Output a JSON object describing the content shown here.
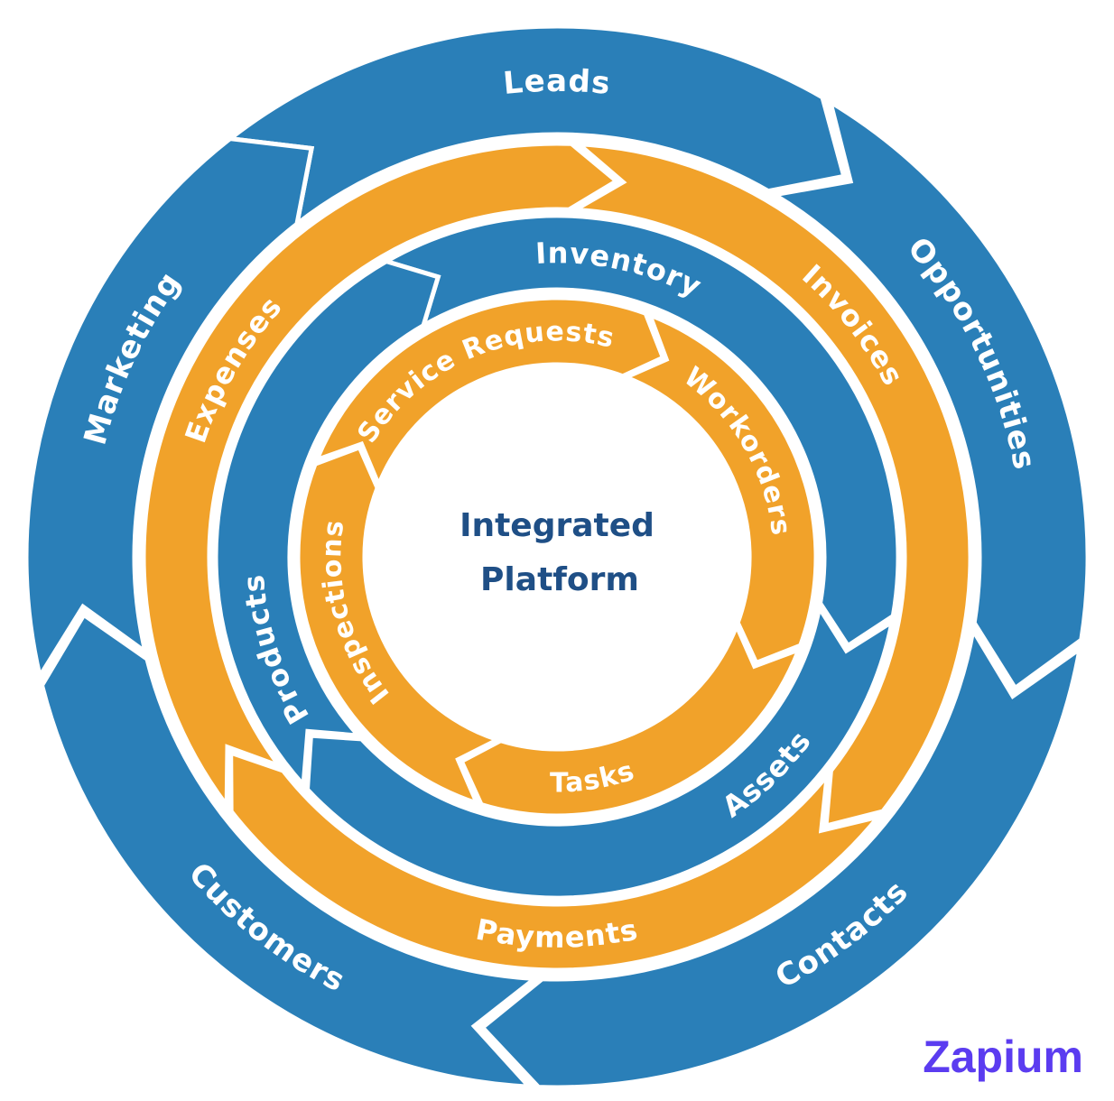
{
  "center": {
    "line1": "Integrated",
    "line2": "Platform"
  },
  "colors": {
    "blue": "#2a7fb8",
    "orange": "#f1a22a",
    "text_dark": "#1f4f86",
    "brand": "#5b3cf0"
  },
  "brand": {
    "text": "Zapium"
  },
  "rings": [
    {
      "name": "outer",
      "color": "blue",
      "segments": [
        {
          "label": "Leads"
        },
        {
          "label": "Opportunities"
        },
        {
          "label": "Contacts"
        },
        {
          "label": "Customers"
        },
        {
          "label": "Marketing"
        }
      ]
    },
    {
      "name": "second",
      "color": "orange",
      "segments": [
        {
          "label": "Invoices"
        },
        {
          "label": "Payments"
        },
        {
          "label": "Expenses"
        }
      ]
    },
    {
      "name": "third",
      "color": "blue",
      "segments": [
        {
          "label": "Inventory"
        },
        {
          "label": "Assets"
        },
        {
          "label": "Products"
        }
      ]
    },
    {
      "name": "inner",
      "color": "orange",
      "segments": [
        {
          "label": "Service Requests"
        },
        {
          "label": "Workorders"
        },
        {
          "label": "Tasks"
        },
        {
          "label": "Inspections"
        }
      ]
    }
  ]
}
